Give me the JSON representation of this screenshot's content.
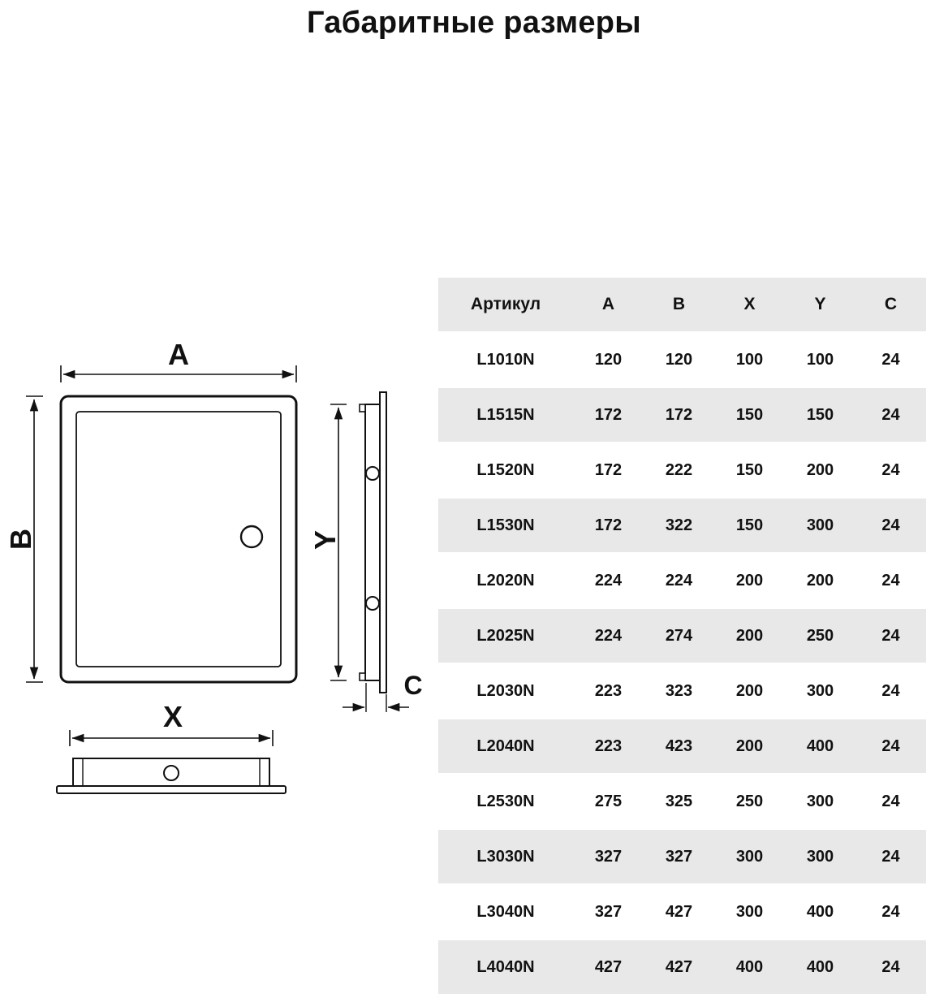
{
  "title": "Габаритные размеры",
  "diagram": {
    "dim_a": "A",
    "dim_b": "B",
    "dim_x": "X",
    "dim_y": "Y",
    "dim_c": "C"
  },
  "table": {
    "columns": [
      "Артикул",
      "A",
      "B",
      "X",
      "Y",
      "C"
    ],
    "rows": [
      [
        "L1010N",
        "120",
        "120",
        "100",
        "100",
        "24"
      ],
      [
        "L1515N",
        "172",
        "172",
        "150",
        "150",
        "24"
      ],
      [
        "L1520N",
        "172",
        "222",
        "150",
        "200",
        "24"
      ],
      [
        "L1530N",
        "172",
        "322",
        "150",
        "300",
        "24"
      ],
      [
        "L2020N",
        "224",
        "224",
        "200",
        "200",
        "24"
      ],
      [
        "L2025N",
        "224",
        "274",
        "200",
        "250",
        "24"
      ],
      [
        "L2030N",
        "223",
        "323",
        "200",
        "300",
        "24"
      ],
      [
        "L2040N",
        "223",
        "423",
        "200",
        "400",
        "24"
      ],
      [
        "L2530N",
        "275",
        "325",
        "250",
        "300",
        "24"
      ],
      [
        "L3030N",
        "327",
        "327",
        "300",
        "300",
        "24"
      ],
      [
        "L3040N",
        "327",
        "427",
        "300",
        "400",
        "24"
      ],
      [
        "L4040N",
        "427",
        "427",
        "400",
        "400",
        "24"
      ]
    ]
  },
  "colors": {
    "row_alt": "#e8e8e8",
    "ink": "#111111"
  }
}
